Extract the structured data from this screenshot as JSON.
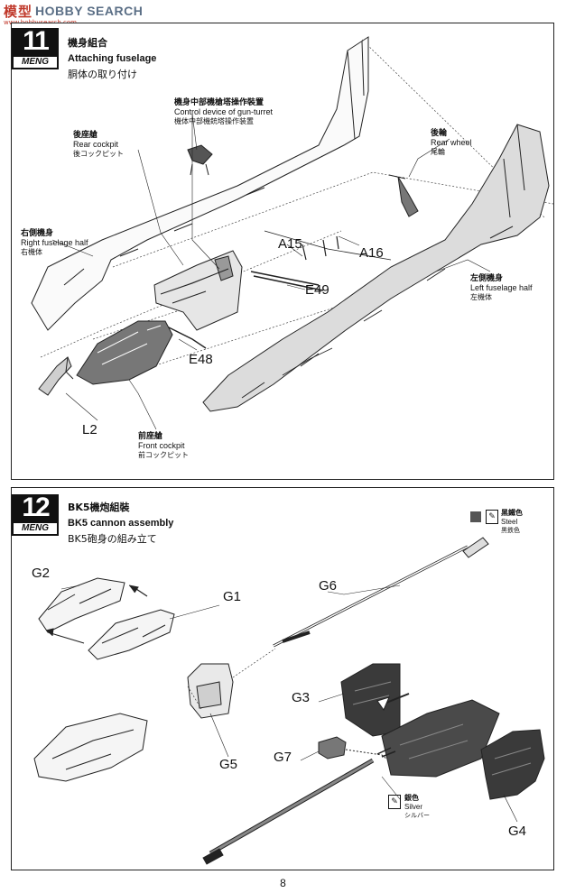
{
  "watermark": {
    "cn": "模型",
    "en": "HOBBY SEARCH",
    "url": "www.hobbysearch.com"
  },
  "steps": [
    {
      "number": "11",
      "brand": "MENG",
      "title_cn": "機身組合",
      "title_en": "Attaching fuselage",
      "title_jp": "胴体の取り付け",
      "callouts": [
        {
          "cn": "機身中部機槍塔操作裝置",
          "en": "Control device of gun-turret",
          "jp": "機体中部機銃塔操作装置"
        },
        {
          "cn": "後座艙",
          "en": "Rear cockpit",
          "jp": "後コックピット"
        },
        {
          "cn": "後輪",
          "en": "Rear wheel",
          "jp": "尾輪"
        },
        {
          "cn": "右側機身",
          "en": "Right fuselage half",
          "jp": "右機体"
        },
        {
          "cn": "左側機身",
          "en": "Left fuselage half",
          "jp": "左機体"
        },
        {
          "cn": "前座艙",
          "en": "Front cockpit",
          "jp": "前コックピット"
        }
      ],
      "parts": [
        "A15",
        "A16",
        "E49",
        "E48",
        "L2"
      ]
    },
    {
      "number": "12",
      "brand": "MENG",
      "title_cn": "BK5機炮組裝",
      "title_en": "BK5 cannon assembly",
      "title_jp": "BK5砲身の組み立て",
      "parts": [
        "G2",
        "G1",
        "G6",
        "G3",
        "G5",
        "G7",
        "G4"
      ],
      "paints": [
        {
          "cn": "黑鐵色",
          "en": "Steel",
          "jp": "黒鉄色",
          "color": "#555555",
          "icon": "brush-icon"
        },
        {
          "cn": "銀色",
          "en": "Silver",
          "jp": "シルバー",
          "icon": "brush-icon"
        }
      ]
    }
  ],
  "page_number": "8"
}
